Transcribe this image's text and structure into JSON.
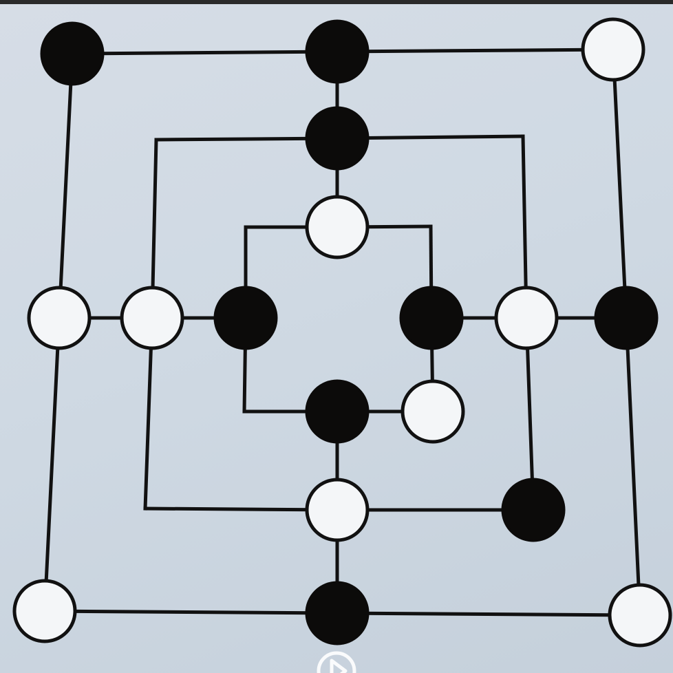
{
  "game": "nine-mens-morris",
  "colors": {
    "black_piece": "#0c0b0a",
    "white_piece": "#f4f6f8",
    "line": "#111111",
    "board_background": "#cfd9e3"
  },
  "board": {
    "points": [
      {
        "id": "a7",
        "ring": "outer",
        "position": "top-left",
        "piece": "black"
      },
      {
        "id": "d7",
        "ring": "outer",
        "position": "top-middle",
        "piece": "black"
      },
      {
        "id": "g7",
        "ring": "outer",
        "position": "top-right",
        "piece": "white"
      },
      {
        "id": "g4",
        "ring": "outer",
        "position": "middle-right",
        "piece": "black"
      },
      {
        "id": "g1",
        "ring": "outer",
        "position": "bottom-right",
        "piece": "white"
      },
      {
        "id": "d1",
        "ring": "outer",
        "position": "bottom-middle",
        "piece": "black"
      },
      {
        "id": "a1",
        "ring": "outer",
        "position": "bottom-left",
        "piece": "white"
      },
      {
        "id": "a4",
        "ring": "outer",
        "position": "middle-left",
        "piece": "white"
      },
      {
        "id": "b6",
        "ring": "middle",
        "position": "top-left",
        "piece": "none"
      },
      {
        "id": "d6",
        "ring": "middle",
        "position": "top-middle",
        "piece": "black"
      },
      {
        "id": "f6",
        "ring": "middle",
        "position": "top-right",
        "piece": "none"
      },
      {
        "id": "f4",
        "ring": "middle",
        "position": "middle-right",
        "piece": "white"
      },
      {
        "id": "f2",
        "ring": "middle",
        "position": "bottom-right",
        "piece": "black"
      },
      {
        "id": "d2",
        "ring": "middle",
        "position": "bottom-middle",
        "piece": "white"
      },
      {
        "id": "b2",
        "ring": "middle",
        "position": "bottom-left",
        "piece": "none"
      },
      {
        "id": "b4",
        "ring": "middle",
        "position": "middle-left",
        "piece": "white"
      },
      {
        "id": "c5",
        "ring": "inner",
        "position": "top-left",
        "piece": "none"
      },
      {
        "id": "d5",
        "ring": "inner",
        "position": "top-middle",
        "piece": "white"
      },
      {
        "id": "e5",
        "ring": "inner",
        "position": "top-right",
        "piece": "none"
      },
      {
        "id": "e4",
        "ring": "inner",
        "position": "middle-right",
        "piece": "black"
      },
      {
        "id": "e3",
        "ring": "inner",
        "position": "bottom-right",
        "piece": "white"
      },
      {
        "id": "d3",
        "ring": "inner",
        "position": "bottom-middle",
        "piece": "black"
      },
      {
        "id": "c3",
        "ring": "inner",
        "position": "bottom-left",
        "piece": "none"
      },
      {
        "id": "c4",
        "ring": "inner",
        "position": "middle-left",
        "piece": "black"
      }
    ]
  },
  "icons": [
    "play-overlay-icon"
  ]
}
